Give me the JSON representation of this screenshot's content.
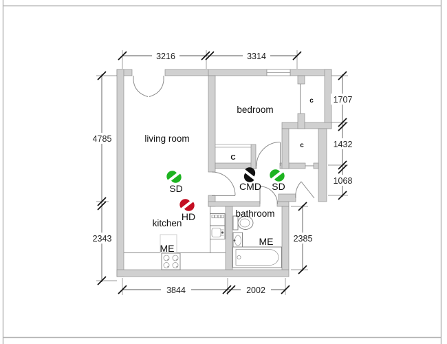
{
  "rooms": {
    "living": "living room",
    "bedroom": "bedroom",
    "kitchen": "kitchen",
    "bathroom": "bathroom"
  },
  "closets": {
    "c1": "c",
    "c2": "c",
    "c3": "C"
  },
  "devices": {
    "sd_living": "SD",
    "hd_kitchen": "HD",
    "cmd_hall": "CMD",
    "sd_hall": "SD"
  },
  "meters": {
    "kitchen": "ME",
    "bathroom": "ME"
  },
  "dimensions": {
    "top_left": "3216",
    "top_right": "3314",
    "left_upper": "4785",
    "left_lower": "2343",
    "right_1": "1707",
    "right_2": "1432",
    "right_3": "1068",
    "bathroom_right": "2385",
    "bottom_left": "3844",
    "bottom_right": "2002"
  },
  "colors": {
    "smoke_detector": "#1db320",
    "heat_detector": "#c40f22",
    "cmd_detector": "#111111",
    "wall": "#d0d0d0"
  }
}
